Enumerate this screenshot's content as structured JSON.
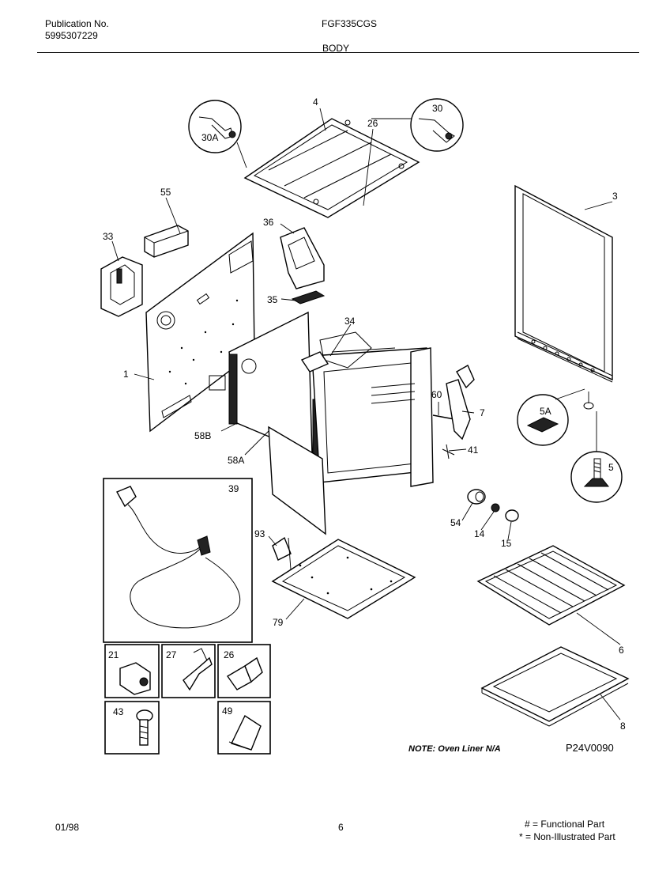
{
  "header": {
    "publication_label": "Publication No.",
    "publication_number": "5995307229",
    "model": "FGF335CGS",
    "section": "BODY"
  },
  "parts": {
    "p1": "1",
    "p3": "3",
    "p4": "4",
    "p5": "5",
    "p5a": "5A",
    "p6": "6",
    "p7": "7",
    "p8": "8",
    "p14": "14",
    "p15": "15",
    "p21": "21",
    "p26a": "26",
    "p26b": "26",
    "p27": "27",
    "p30": "30",
    "p30a": "30A",
    "p33": "33",
    "p34": "34",
    "p35": "35",
    "p36": "36",
    "p39": "39",
    "p41": "41",
    "p43": "43",
    "p49": "49",
    "p54": "54",
    "p55": "55",
    "p58a": "58A",
    "p58b": "58B",
    "p60": "60",
    "p79": "79",
    "p93": "93"
  },
  "note": "NOTE: Oven Liner N/A",
  "diagram_code": "P24V0090",
  "footer": {
    "date": "01/98",
    "page": "6",
    "functional": "# = Functional Part",
    "non_illustrated": "* = Non-Illustrated Part"
  }
}
